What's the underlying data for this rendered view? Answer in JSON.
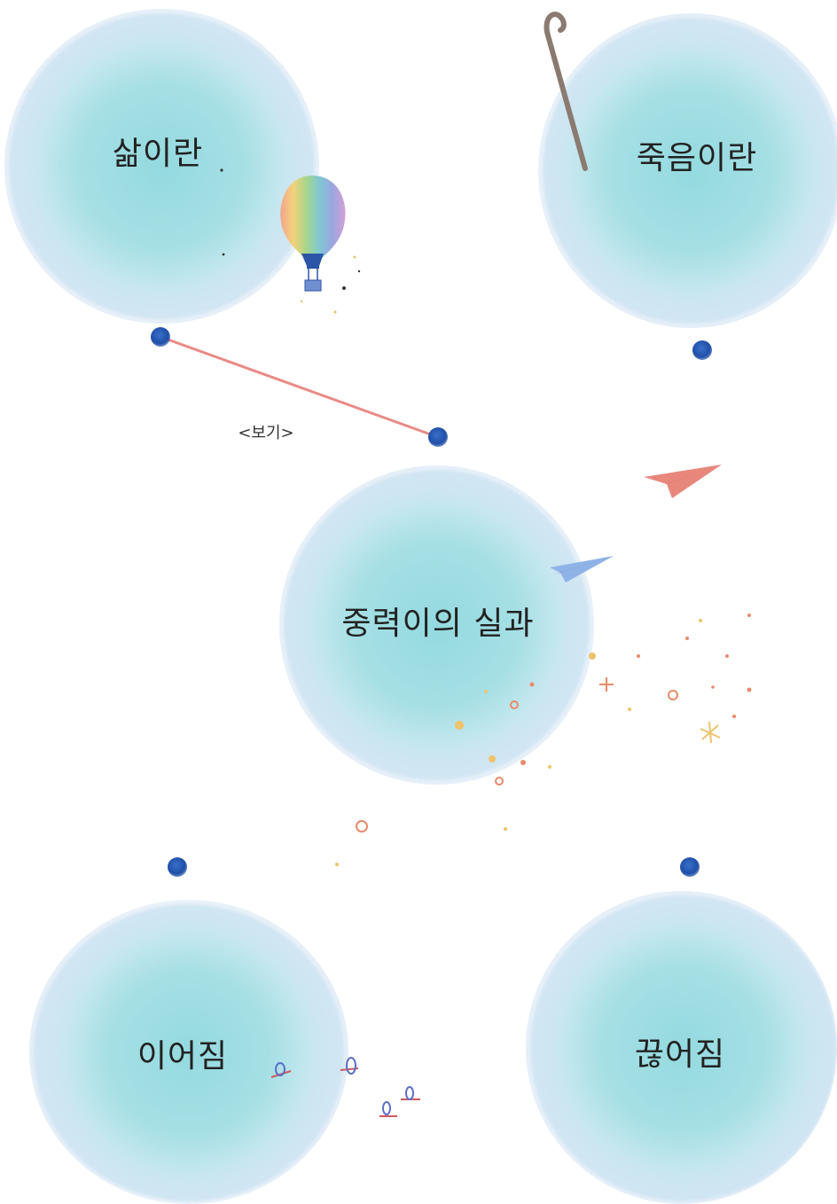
{
  "bubbles": {
    "life": "삶이란",
    "death": "죽음이란",
    "gravity": "중력이의 실과",
    "connection": "이어짐",
    "disconnection": "끊어짐"
  },
  "link_label": "<보기>",
  "colors": {
    "bubble": "#8ed8de",
    "node": "#1f4fa8",
    "link_line": "#e98a86",
    "paper_plane_pink": "#e8877c",
    "paper_plane_blue": "#8fb3e6"
  },
  "icons": [
    "hot-air-balloon-icon",
    "cane-icon",
    "paper-plane-icon",
    "sparkle-icon",
    "dragonfly-icon"
  ]
}
